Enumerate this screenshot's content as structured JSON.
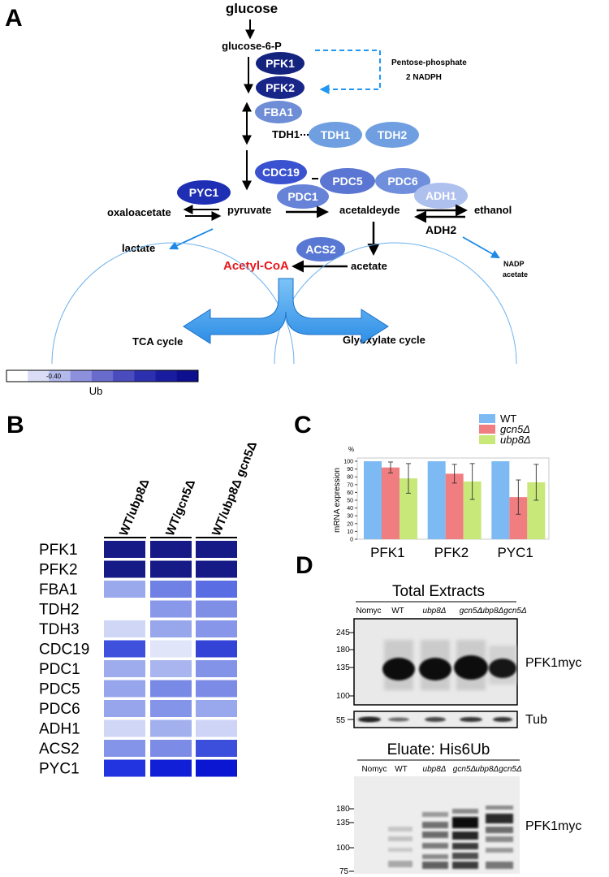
{
  "panel_letters": {
    "a": "A",
    "b": "B",
    "c": "C",
    "d": "D"
  },
  "pathway": {
    "metabolites": {
      "glucose": "glucose",
      "g6p": "glucose-6-P",
      "tdh1_label": "TDH1",
      "oxaloacetate": "oxaloacetate",
      "pyruvate": "pyruvate",
      "acetaldehyde": "acetaldeyde",
      "ethanol": "ethanol",
      "lactate": "lactate",
      "adh2": "ADH2",
      "nadp": "NADP",
      "nadp_acetate": "acetate",
      "acetate": "acetate",
      "acetyl_coa": "Acetyl-CoA",
      "pp_line1": "Pentose-phosphate",
      "pp_line2": "2 NADPH",
      "tca": "TCA cycle",
      "glyoxylate": "Glyoxylate cycle"
    },
    "enzymes": [
      {
        "key": "pfk1",
        "label": "PFK1",
        "color": "#14237e"
      },
      {
        "key": "pfk2",
        "label": "PFK2",
        "color": "#18268a"
      },
      {
        "key": "fba1",
        "label": "FBA1",
        "color": "#6f8dd6"
      },
      {
        "key": "tdh1",
        "label": "TDH1",
        "color": "#6f9fe0"
      },
      {
        "key": "tdh2",
        "label": "TDH2",
        "color": "#6f9fe0"
      },
      {
        "key": "cdc19",
        "label": "CDC19",
        "color": "#3a52d0"
      },
      {
        "key": "pdc5",
        "label": "PDC5",
        "color": "#5a75d2"
      },
      {
        "key": "pdc6",
        "label": "PDC6",
        "color": "#6f8fdc"
      },
      {
        "key": "pdc1",
        "label": "PDC1",
        "color": "#6683d8"
      },
      {
        "key": "adh1",
        "label": "ADH1",
        "color": "#aec0ee"
      },
      {
        "key": "pyc1",
        "label": "PYC1",
        "color": "#1f2fb4"
      },
      {
        "key": "acs2",
        "label": "ACS2",
        "color": "#5878d4"
      }
    ],
    "colors": {
      "acetyl_coa": "#e8161b",
      "dashed_arrow": "#2196f3",
      "blue_arrow": "#1e88e5",
      "big_arrow": "#3ea0ee"
    }
  },
  "scale": {
    "label": "Ub",
    "value_label": "-0.40",
    "colors": [
      "#ffffff",
      "#d9dcf4",
      "#b3b9ea",
      "#8d90dd",
      "#6a6ccd",
      "#4a4cbe",
      "#2d30ae",
      "#1a1ca0",
      "#0d0f8f"
    ]
  },
  "heatmap": {
    "columns": [
      "WT/ubp8Δ",
      "WT/gcn5Δ",
      "WT/ubp8Δ gcn5Δ"
    ],
    "rows": [
      {
        "gene": "PFK1",
        "cells": [
          "#151a86",
          "#151a86",
          "#151a86"
        ]
      },
      {
        "gene": "PFK2",
        "cells": [
          "#151a86",
          "#151a86",
          "#151a86"
        ]
      },
      {
        "gene": "FBA1",
        "cells": [
          "#9aa8ec",
          "#6f81e4",
          "#5a6de2"
        ]
      },
      {
        "gene": "TDH2",
        "cells": [
          null,
          "#8998e8",
          "#7f8fe6"
        ]
      },
      {
        "gene": "TDH3",
        "cells": [
          "#d0d6f6",
          "#98a6ec",
          "#8796e8"
        ]
      },
      {
        "gene": "CDC19",
        "cells": [
          "#3f51dc",
          "#e1e5fa",
          "#3343d6"
        ]
      },
      {
        "gene": "PDC1",
        "cells": [
          "#9eabec",
          "#a9b5ee",
          "#8393e8"
        ]
      },
      {
        "gene": "PDC5",
        "cells": [
          "#97a5ec",
          "#7989e6",
          "#7c8be6"
        ]
      },
      {
        "gene": "PDC6",
        "cells": [
          "#97a5ec",
          "#8494e8",
          "#99a7ec"
        ]
      },
      {
        "gene": "ADH1",
        "cells": [
          "#d0d6f6",
          "#a3b0ee",
          "#cdd4f6"
        ]
      },
      {
        "gene": "ACS2",
        "cells": [
          "#8494e8",
          "#7c8ce6",
          "#3c4edc"
        ]
      },
      {
        "gene": "PYC1",
        "cells": [
          "#2233e0",
          "#1120d6",
          "#0a16d2"
        ]
      }
    ]
  },
  "chart_data": {
    "type": "bar",
    "title": "",
    "ylabel": "mRNA expression",
    "unit": "%",
    "ylim": [
      0,
      100
    ],
    "yticks": [
      0,
      10,
      20,
      30,
      40,
      50,
      60,
      70,
      80,
      90,
      100
    ],
    "categories": [
      "PFK1",
      "PFK2",
      "PYC1"
    ],
    "series": [
      {
        "name": "WT",
        "color": "#7db9f2",
        "values": [
          100,
          100,
          100
        ],
        "errors": [
          0,
          0,
          0
        ]
      },
      {
        "name": "gcn5Δ",
        "color": "#f07d80",
        "values": [
          92,
          84,
          54
        ],
        "errors": [
          7,
          12,
          22
        ]
      },
      {
        "name": "ubp8Δ",
        "color": "#c8e87a",
        "values": [
          78,
          74,
          73
        ],
        "errors": [
          19,
          23,
          23
        ]
      }
    ],
    "legend_position": "top-right",
    "grid": false
  },
  "blots": {
    "total_title": "Total Extracts",
    "eluate_title": "Eluate: His6Ub",
    "lanes": [
      "Nomyc",
      "WT",
      "ubp8Δ",
      "gcn5Δ",
      "ubp8Δgcn5Δ"
    ],
    "mw_total": [
      "245",
      "180",
      "135",
      "100"
    ],
    "mw_tub": "55",
    "mw_eluate": [
      "180",
      "135",
      "100",
      "75"
    ],
    "pfk1myc": "PFK1myc",
    "tub": "Tub"
  }
}
